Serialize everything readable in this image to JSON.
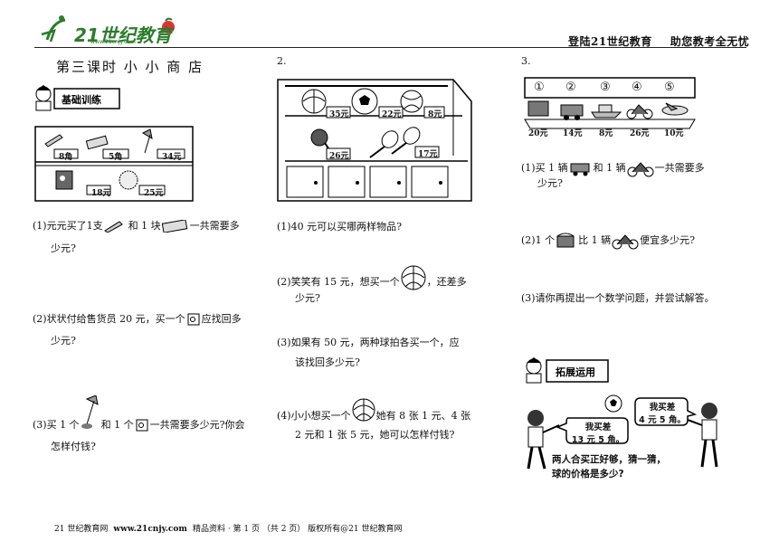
{
  "header": {
    "logo_text": "21世纪教育",
    "logo_url": "www.21cnjy.com",
    "slogan1": "登陆21世纪教育",
    "slogan2": "助您教考全无忧"
  },
  "title": "第三课时 小 小 商 店",
  "section1": {
    "badge": "基础训练",
    "prices": [
      "8角",
      "5角",
      "34元",
      "18元",
      "25元"
    ],
    "questions": [
      {
        "a": "(1)元元买了1支",
        "b": "和 1 块",
        "c": "一共需要多",
        "d": "少元?"
      },
      {
        "a": "(2)状状付给售货员 20 元，买一个",
        "b": "应找回多",
        "d": "少元?"
      },
      {
        "a": "(3)买 1 个",
        "b": "和 1 个",
        "c": "一共需要多少元?你会",
        "d": "怎样付钱?"
      }
    ]
  },
  "section2": {
    "number": "2.",
    "prices": [
      "35元",
      "22元",
      "8元",
      "26元",
      "17元"
    ],
    "questions": [
      {
        "a": "(1)40 元可以买哪两样物品?"
      },
      {
        "a": "(2)笑笑有 15 元，想买一个",
        "b": "，还差多",
        "d": "少元?"
      },
      {
        "a": "(3)如果有 50 元，两种球拍各买一个，应",
        "d": "该找回多少元?"
      },
      {
        "a": "(4)小小想买一个",
        "b": "她有 8 张 1 元、4 张",
        "d": "2 元和 1 张 5 元，她可以怎样付钱?"
      }
    ]
  },
  "section3": {
    "number": "3.",
    "labels": [
      "①",
      "②",
      "③",
      "④",
      "⑤"
    ],
    "prices": [
      "20元",
      "14元",
      "8元",
      "26元",
      "10元"
    ],
    "questions": [
      {
        "a": "(1)买 1 辆",
        "b": "和 1 辆",
        "c": "一共需要多",
        "d": "少元?"
      },
      {
        "a": "(2)1 个",
        "b": "比 1 辆",
        "c": "便宜多少元?"
      },
      {
        "a": "(3)请你再提出一个数学问题，并尝试解答。"
      }
    ]
  },
  "section4": {
    "badge": "拓展运用",
    "bubble_left": [
      "我买差",
      "13 元 5 角。"
    ],
    "bubble_right": [
      "我买差",
      "4 元 5 角。"
    ],
    "prompt": [
      "两人合买正好够，猜一猜，",
      "球的价格是多少?"
    ]
  },
  "footer": {
    "site": "21 世纪教育网",
    "url": "www.21cnjy.com",
    "info": "精品资料 · 第 1 页 （共 2 页） 版权所有@21 世纪教育网"
  }
}
